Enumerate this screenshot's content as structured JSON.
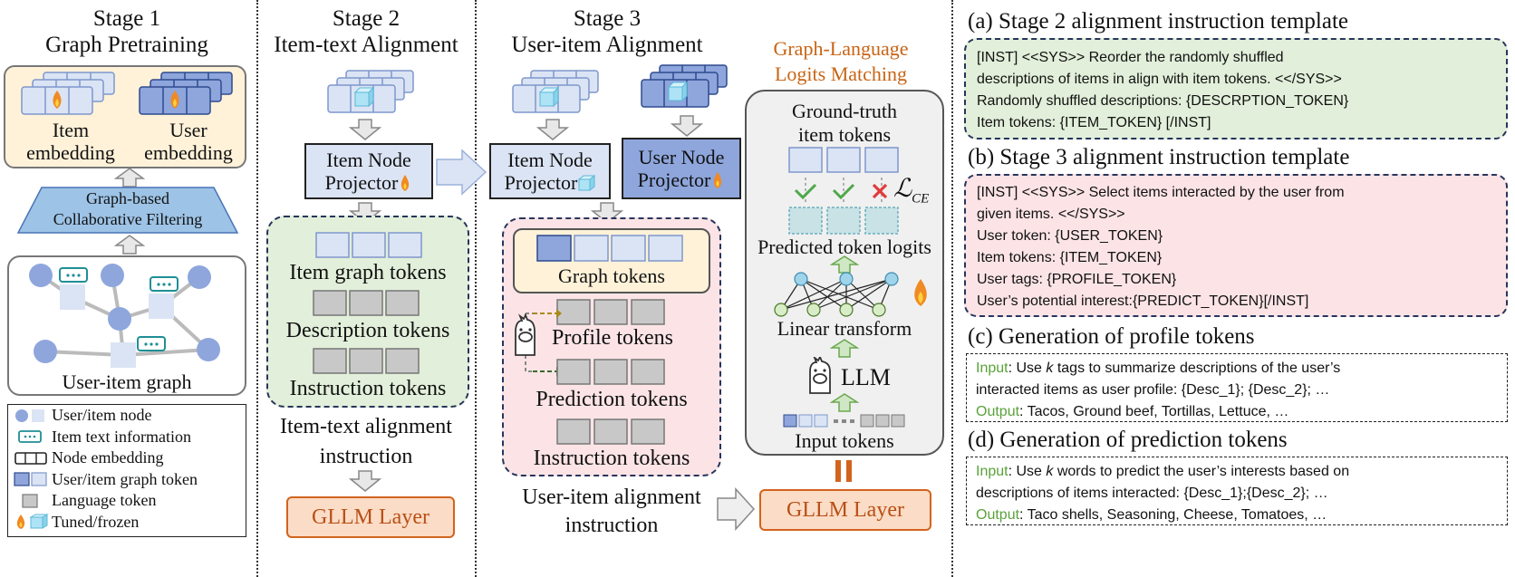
{
  "stage1": {
    "title_line1": "Stage 1",
    "title_line2": "Graph Pretraining",
    "item_embedding": "Item\nembedding",
    "user_embedding": "User\nembedding",
    "cf_line1": "Graph-based",
    "cf_line2": "Collaborative Filtering",
    "graph_label": "User-item graph"
  },
  "legend": [
    {
      "icon": "node-icon",
      "label": "User/item node"
    },
    {
      "icon": "text-info-icon",
      "label": "Item text information"
    },
    {
      "icon": "node-embedding-icon",
      "label": "Node embedding"
    },
    {
      "icon": "graph-token-icon",
      "label": "User/item graph token"
    },
    {
      "icon": "language-token-icon",
      "label": "Language token"
    },
    {
      "icon": "tuned-frozen-icon",
      "label": "Tuned/frozen"
    }
  ],
  "stage2": {
    "title_line1": "Stage 2",
    "title_line2": "Item-text Alignment",
    "projector_line1": "Item Node",
    "projector_line2": "Projector",
    "item_graph_tokens": "Item graph tokens",
    "description_tokens": "Description tokens",
    "instruction_tokens": "Instruction tokens",
    "instruction_line1": "Item-text alignment",
    "instruction_line2": "instruction",
    "gllm": "GLLM Layer"
  },
  "stage3": {
    "title_line1": "Stage 3",
    "title_line2": "User-item Alignment",
    "item_projector_line1": "Item Node",
    "item_projector_line2": "Projector",
    "user_projector_line1": "User Node",
    "user_projector_line2": "Projector",
    "graph_tokens": "Graph tokens",
    "profile_tokens": "Profile tokens",
    "prediction_tokens": "Prediction tokens",
    "instruction_tokens": "Instruction tokens",
    "instruction_line1": "User-item alignment",
    "instruction_line2": "instruction",
    "gllm": "GLLM Layer"
  },
  "matching": {
    "title_line1": "Graph-Language",
    "title_line2": "Logits Matching",
    "gt_line1": "Ground-truth",
    "gt_line2": "item tokens",
    "loss": "ℒ",
    "loss_sub": "CE",
    "predicted_logits": "Predicted token logits",
    "linear_transform": "Linear transform",
    "llm": "LLM",
    "input_tokens": "Input tokens"
  },
  "templates": {
    "a_title": "(a) Stage 2 alignment instruction template",
    "a_lines": [
      "[INST] <<SYS>> Reorder the randomly shuffled",
      "descriptions of items in align with item tokens. <</SYS>>",
      "Randomly shuffled descriptions: {DESCRPTION_TOKEN}",
      "Item tokens: {ITEM_TOKEN} [/INST]"
    ],
    "b_title": "(b) Stage 3 alignment instruction template",
    "b_lines": [
      "[INST] <<SYS>> Select items interacted by the user from",
      "given items. <</SYS>>",
      "User token: {USER_TOKEN}",
      "Item tokens: {ITEM_TOKEN}",
      "User tags: {PROFILE_TOKEN}",
      "User’s potential interest:{PREDICT_TOKEN}[/INST]"
    ],
    "c_title": "(c) Generation of profile tokens",
    "c_input_label": "Input",
    "c_input_pre": ": Use ",
    "c_input_k": "k",
    "c_input_post": " tags to summarize descriptions of the user’s",
    "c_input_line2": "interacted items as user profile: {Desc_1}; {Desc_2}; …",
    "c_output_label": "Output",
    "c_output_text": ": Tacos, Ground beef, Tortillas, Lettuce, …",
    "d_title": "(d) Generation of prediction tokens",
    "d_input_label": "Input",
    "d_input_pre": ": Use ",
    "d_input_k": "k",
    "d_input_post": " words to predict the user’s interests based on",
    "d_input_line2": "descriptions of items interacted: {Desc_1};{Desc_2}; …",
    "d_output_label": "Output",
    "d_output_text": ": Taco shells, Seasoning, Cheese, Tomatoes, …"
  },
  "colors": {
    "light_blue": "#dbe4f4",
    "dark_blue": "#8ea6dc",
    "green_panel": "#e2efda",
    "pink_panel": "#fce4e6",
    "cream_panel": "#fff2d9",
    "orange": "#d2641e",
    "gray_token": "#c8c8c8"
  }
}
